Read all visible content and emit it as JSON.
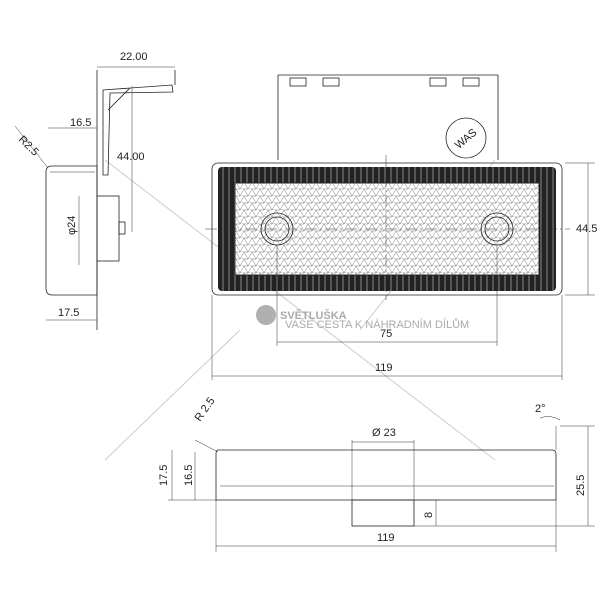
{
  "side_view": {
    "dim_top": "22.00",
    "dim_offset": "16.5",
    "radius": "R2.5",
    "dim_height": "44.00",
    "diameter": "φ24",
    "dim_depth": "17.5"
  },
  "front_view": {
    "logo": "WAS",
    "dim_height": "44.5",
    "dim_holes": "75",
    "dim_width": "119"
  },
  "bottom_view": {
    "angle": "2°",
    "diameter": "Ø 23",
    "radius": "R 2.5",
    "dim_h1": "17.5",
    "dim_h2": "16.5",
    "dim_total": "25.5",
    "dim_boss": "8",
    "dim_width": "119"
  },
  "watermark": {
    "brand": "SVĚTLUŠKA",
    "tagline": "VAŠE CESTA K NÁHRADNÍM DÍLŮM",
    "colors": {
      "mark": "#b0b0b0"
    }
  }
}
